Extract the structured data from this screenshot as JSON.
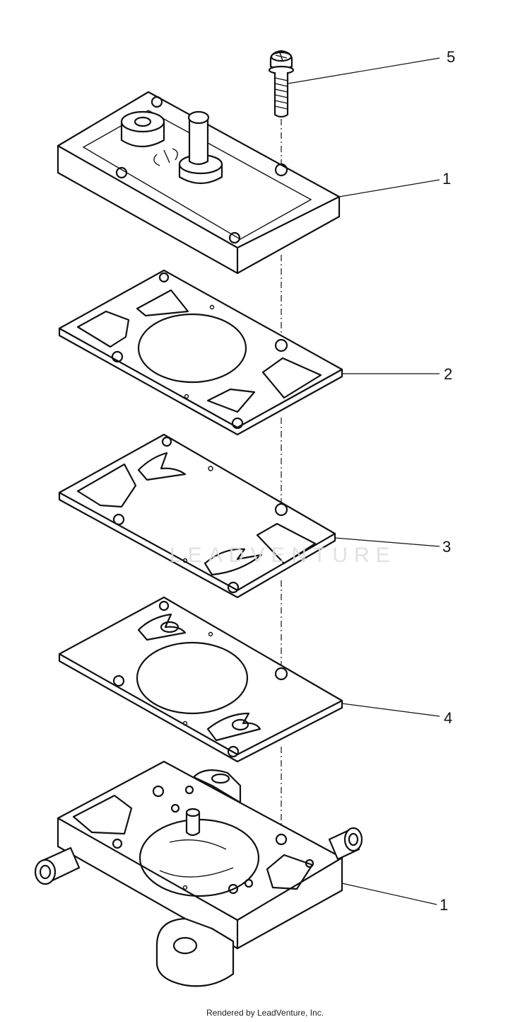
{
  "callouts": [
    {
      "label": "5"
    },
    {
      "label": "1"
    },
    {
      "label": "2"
    },
    {
      "label": "3"
    },
    {
      "label": "4"
    },
    {
      "label": "1"
    }
  ],
  "watermark": "LEADVENTURE",
  "footer": "Rendered by LeadVenture, Inc."
}
